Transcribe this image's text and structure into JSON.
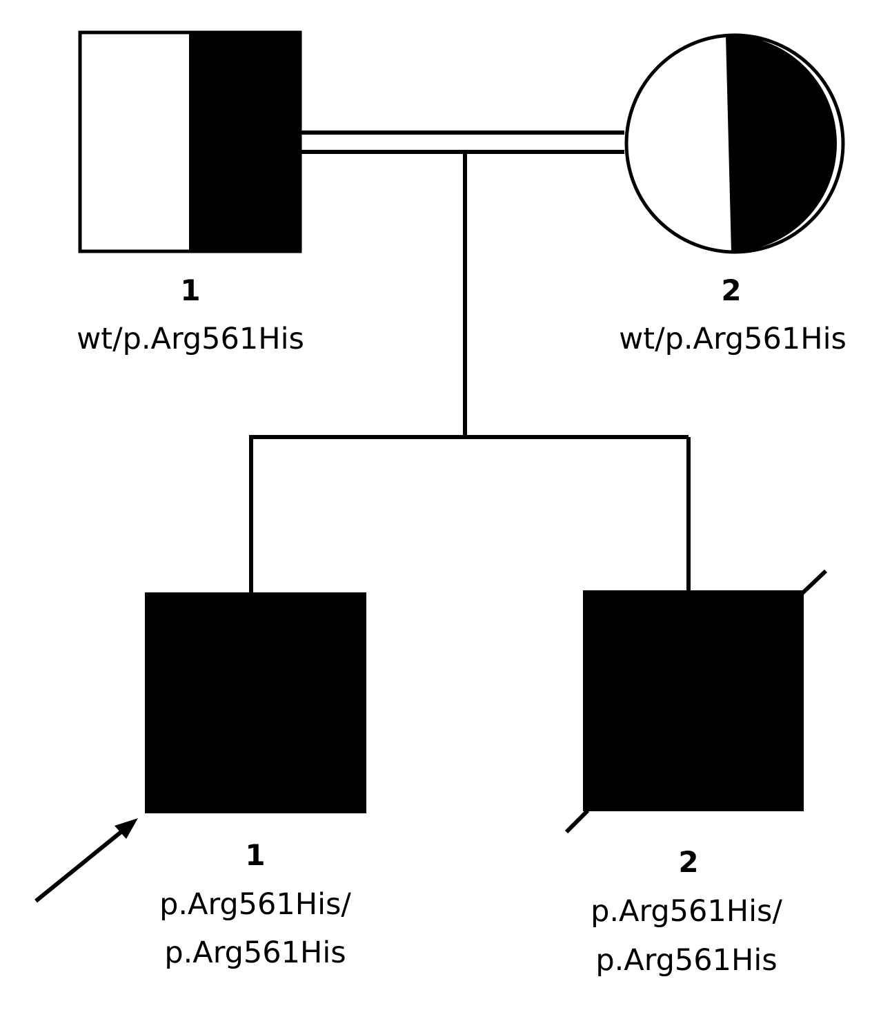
{
  "generation_1": [
    {
      "number": "1",
      "genotype": "wt/p.Arg561His",
      "sex": "male",
      "status": "heterozygous carrier",
      "fill_color": "#000000"
    },
    {
      "number": "2",
      "genotype": "wt/p.Arg561His",
      "sex": "female",
      "status": "heterozygous carrier",
      "fill_color": "#000000"
    }
  ],
  "generation_2": [
    {
      "number": "1",
      "genotype_line1": "p.Arg561His/",
      "genotype_line2": "p.Arg561His",
      "sex": "male",
      "status": "affected, proband",
      "fill_color": "#000000"
    },
    {
      "number": "2",
      "genotype_line1": "p.Arg561His/",
      "genotype_line2": "p.Arg561His",
      "sex": "male",
      "status": "affected, deceased",
      "fill_color": "#000000"
    }
  ],
  "relationship": "consanguineous",
  "proband_marker": "arrow-icon",
  "deceased_marker": "diagonal-slash"
}
